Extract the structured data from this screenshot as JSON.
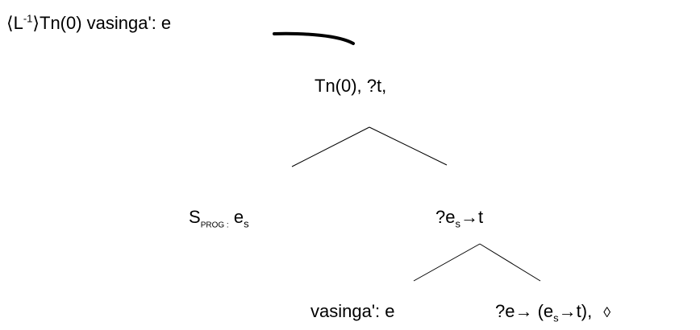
{
  "link": {
    "bracket_open": "⟨",
    "modality": "L",
    "modality_sup": "-1",
    "bracket_close": "⟩",
    "text": "Tn(0) vasinga': e"
  },
  "root": {
    "label": "Tn(0), ?t,"
  },
  "left": {
    "main": "S",
    "sub": "PROG :",
    "type_main": " e",
    "type_sub": "s"
  },
  "right": {
    "pre": "?e",
    "sub": "s",
    "post": "→t"
  },
  "left_leaf": {
    "label": "vasinga': e"
  },
  "right_leaf": {
    "pre": "?e→ (e",
    "sub": "s",
    "post": "→t),",
    "pointer": "◊"
  }
}
